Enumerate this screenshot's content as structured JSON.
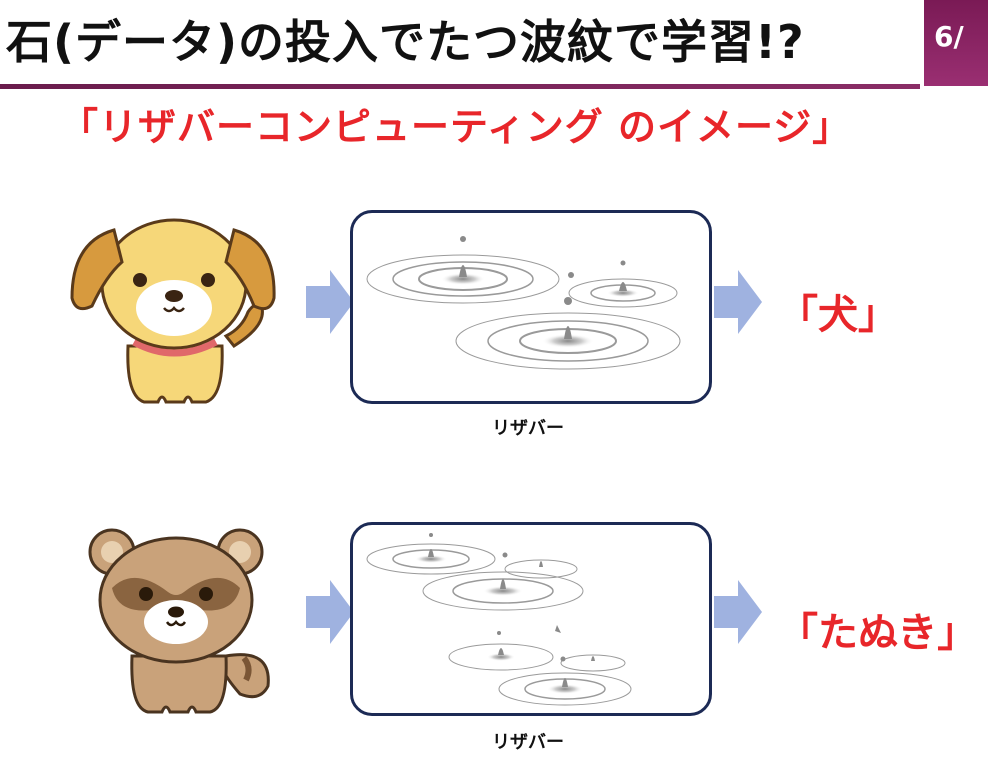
{
  "slide": {
    "title": "石(データ)の投入でたつ波紋で学習!?",
    "page_number": "6/",
    "subtitle": "「リザバーコンピューティング のイメージ」",
    "colors": {
      "title_bar_accent": "#7a1a55",
      "subtitle": "#e8262a",
      "result": "#e8262a",
      "arrow": "#9fb2e0",
      "reservoir_border": "#1c2a55"
    }
  },
  "rows": [
    {
      "input_icon": "dog-icon",
      "reservoir_label": "リザバー",
      "output": "「犬」"
    },
    {
      "input_icon": "tanuki-icon",
      "reservoir_label": "リザバー",
      "output": "「たぬき」"
    }
  ]
}
